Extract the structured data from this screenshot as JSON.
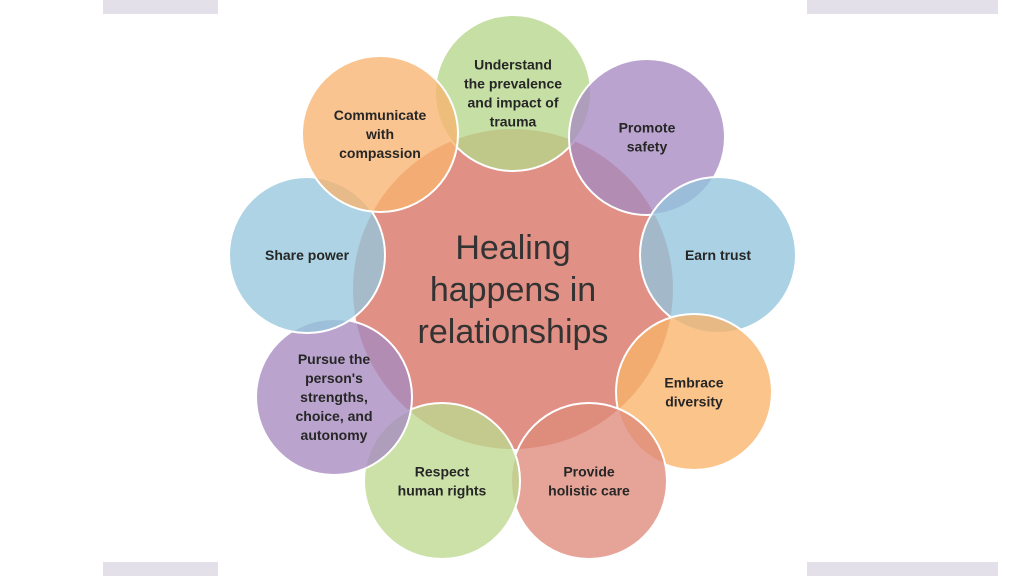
{
  "center": {
    "lines": [
      "Healing",
      "happens in",
      "relationships"
    ],
    "color": "#d9776a"
  },
  "satellites": [
    {
      "id": "trauma",
      "lines": [
        "Understand",
        "the prevalence",
        "and impact of",
        "trauma"
      ],
      "color": "#b6d68a"
    },
    {
      "id": "safety",
      "lines": [
        "Promote",
        "safety"
      ],
      "color": "#a78bc2"
    },
    {
      "id": "trust",
      "lines": [
        "Earn trust"
      ],
      "color": "#92c4dc"
    },
    {
      "id": "diversity",
      "lines": [
        "Embrace",
        "diversity"
      ],
      "color": "#f8b46a"
    },
    {
      "id": "holistic",
      "lines": [
        "Provide",
        "holistic care"
      ],
      "color": "#de8a7a"
    },
    {
      "id": "rights",
      "lines": [
        "Respect",
        "human rights"
      ],
      "color": "#bdd890"
    },
    {
      "id": "strengths",
      "lines": [
        "Pursue the",
        "person's",
        "strengths,",
        "choice, and",
        "autonomy"
      ],
      "color": "#a68bc0"
    },
    {
      "id": "power",
      "lines": [
        "Share power"
      ],
      "color": "#96c6dd"
    },
    {
      "id": "compassion",
      "lines": [
        "Communicate",
        "with",
        "compassion"
      ],
      "color": "#f7b470"
    }
  ]
}
